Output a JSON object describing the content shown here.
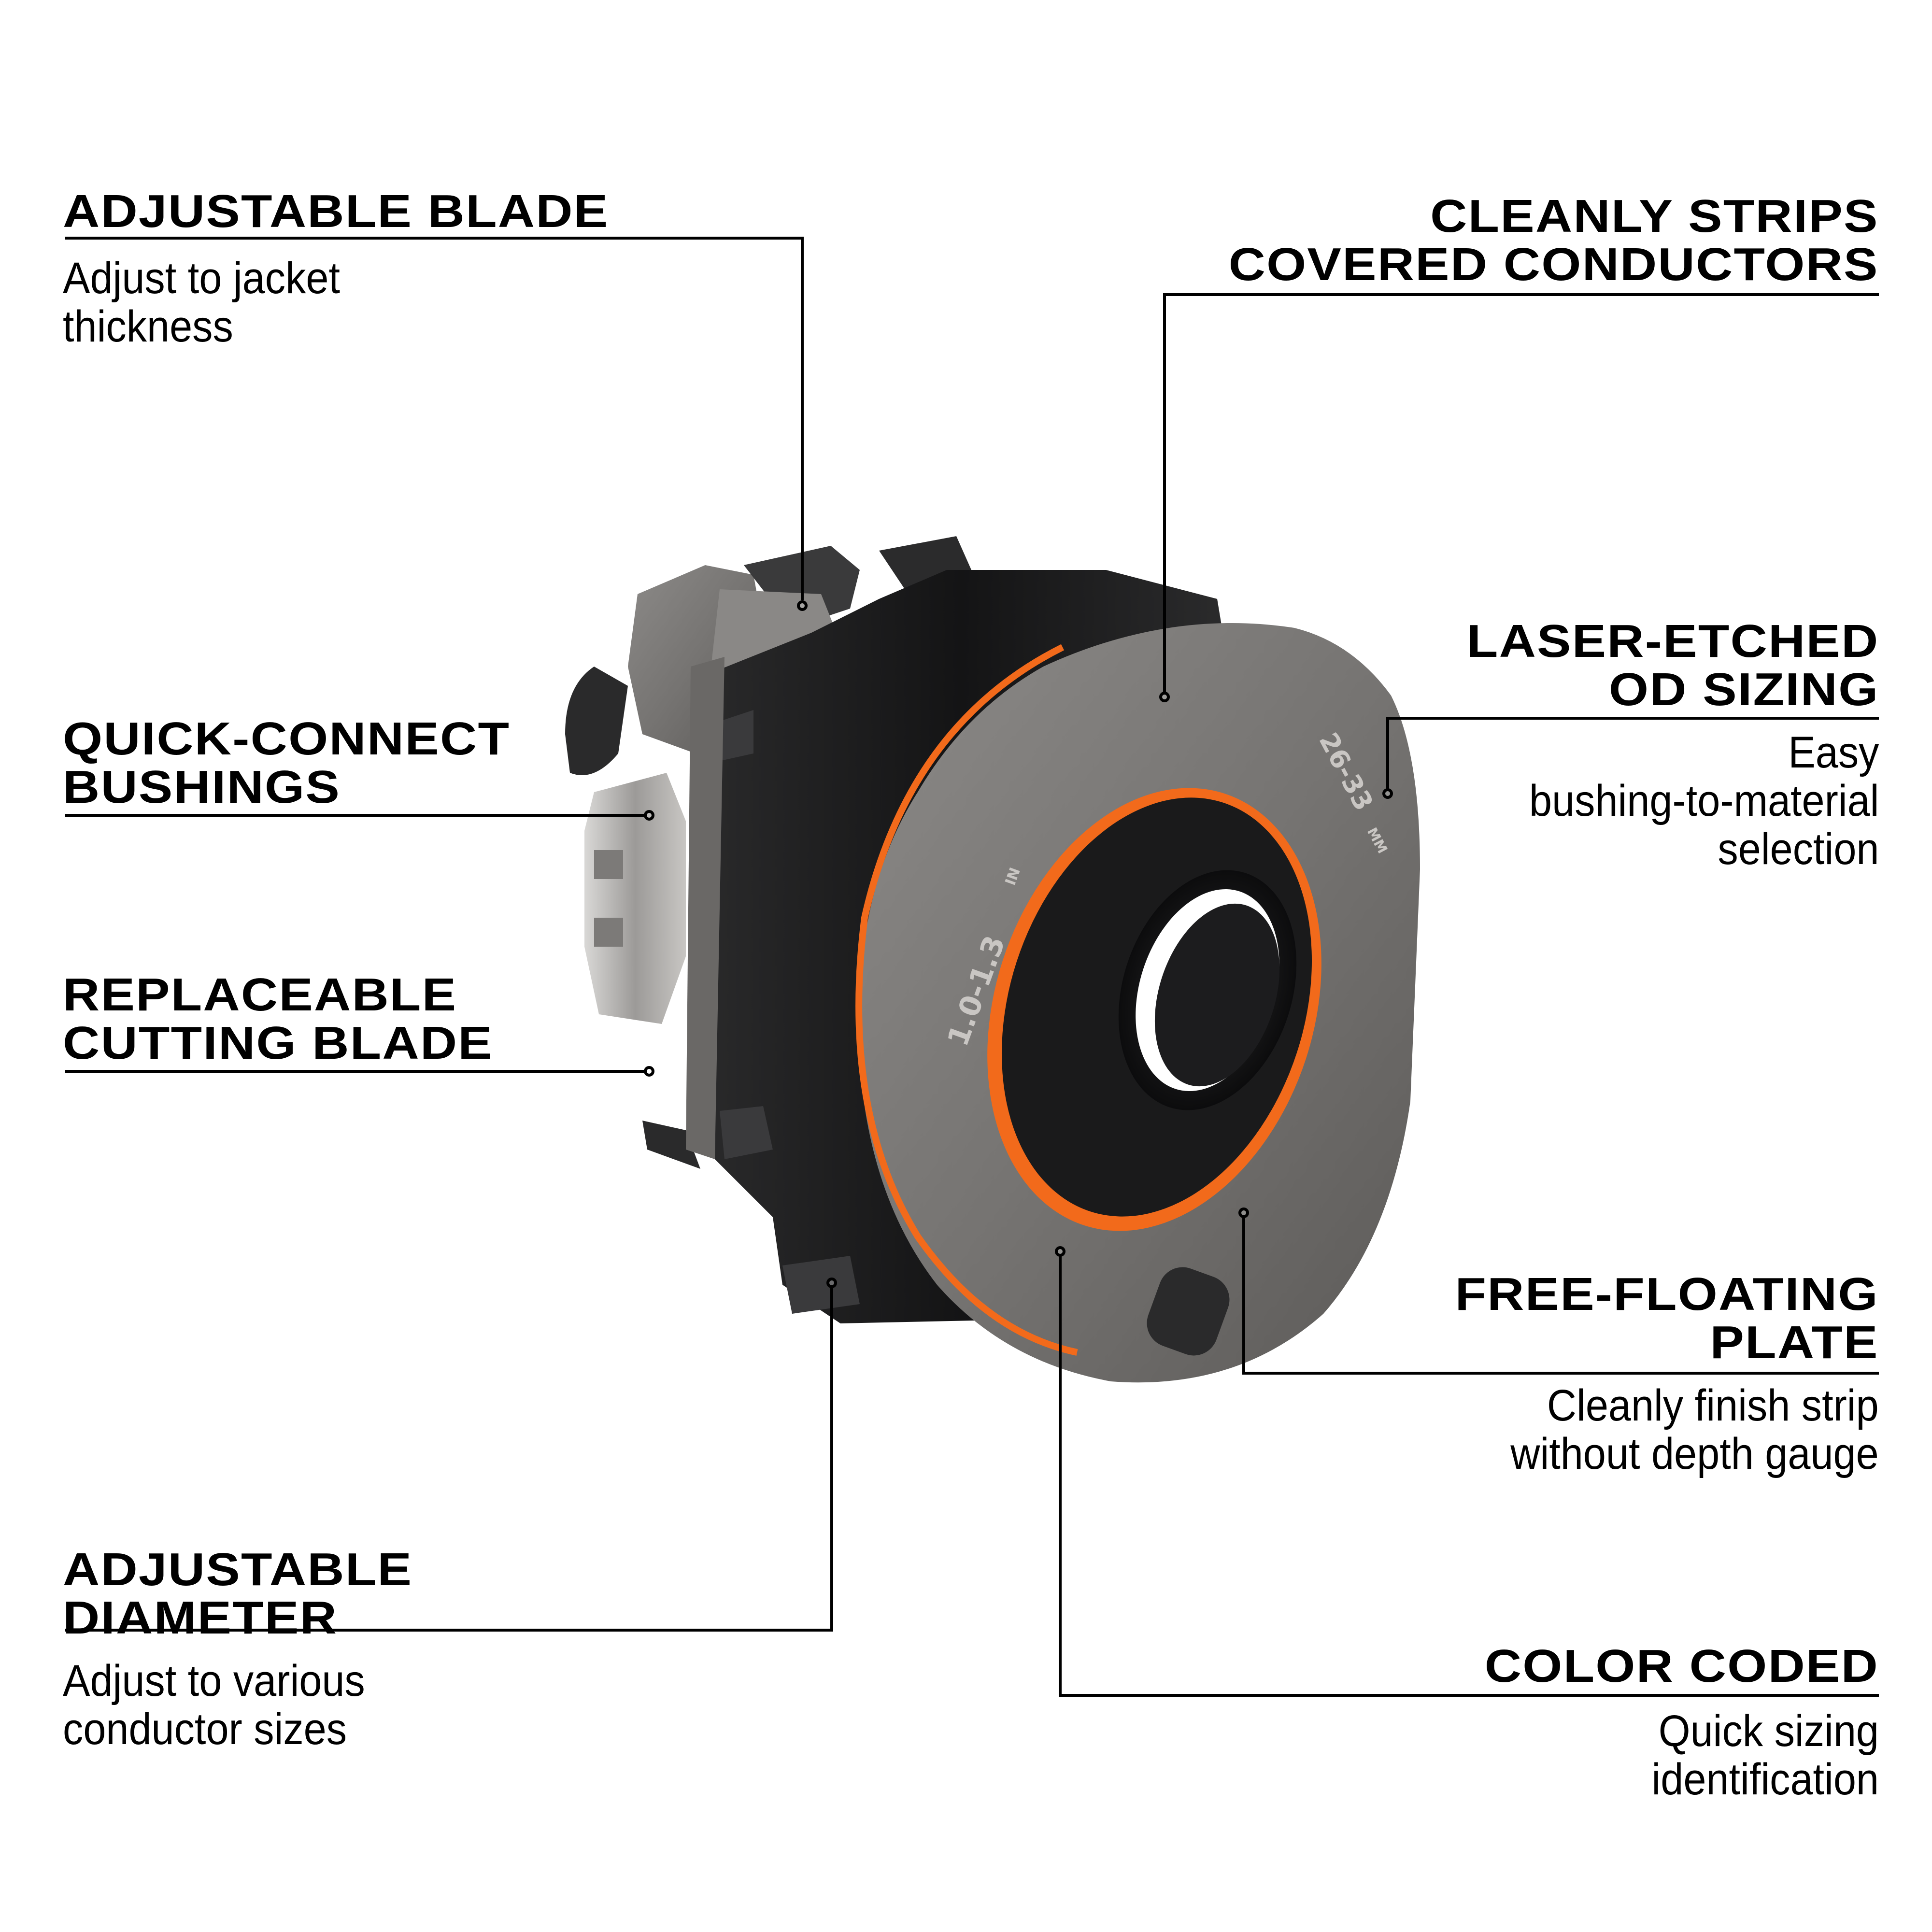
{
  "callouts": {
    "adjustable_blade": {
      "heading": "ADJUSTABLE BLADE",
      "desc_lines": [
        "Adjust to jacket",
        "thickness"
      ]
    },
    "quick_connect": {
      "heading_lines": [
        "QUICK-CONNECT",
        "BUSHINGS"
      ]
    },
    "replaceable_blade": {
      "heading_lines": [
        "REPLACEABLE",
        "CUTTING BLADE"
      ]
    },
    "adjustable_diameter": {
      "heading_lines": [
        "ADJUSTABLE",
        "DIAMETER"
      ],
      "desc_lines": [
        "Adjust to various",
        "conductor sizes"
      ]
    },
    "cleanly_strips": {
      "heading_lines": [
        "CLEANLY STRIPS",
        "COVERED CONDUCTORS"
      ]
    },
    "laser_etched": {
      "heading_lines": [
        "LASER-ETCHED",
        "OD SIZING"
      ],
      "desc_lines": [
        "Easy",
        "bushing-to-material",
        "selection"
      ]
    },
    "free_floating": {
      "heading_lines": [
        "FREE-FLOATING",
        "PLATE"
      ],
      "desc_lines": [
        "Cleanly finish strip",
        "without depth gauge"
      ]
    },
    "color_coded": {
      "heading": "COLOR CODED",
      "desc_lines": [
        "Quick sizing",
        "identification"
      ]
    }
  },
  "product": {
    "etch_inch": "1.0-1.3",
    "etch_inch_unit": "IN",
    "etch_mm": "26-33",
    "etch_mm_unit": "MM",
    "colors": {
      "housing": "#7a7876",
      "housing_dark": "#5f5d5b",
      "black": "#1c1c1d",
      "accent_orange": "#f26a1b",
      "etch": "#c9c6c3"
    }
  }
}
